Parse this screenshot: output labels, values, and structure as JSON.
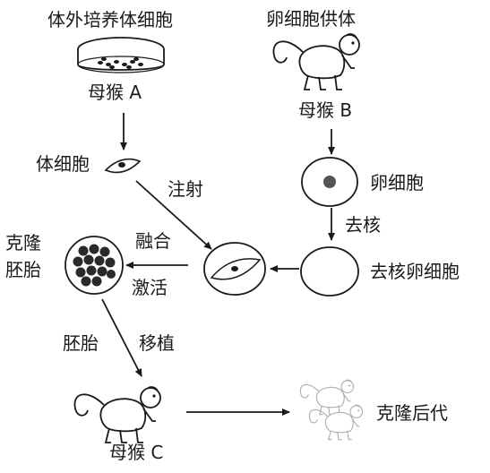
{
  "labels": {
    "culture_title": "体外培养体细胞",
    "donor_title": "卵细胞供体",
    "monkey_a": "母猴 A",
    "monkey_b": "母猴 B",
    "monkey_c": "母猴 C",
    "somatic_cell": "体细胞",
    "inject": "注射",
    "egg_cell": "卵细胞",
    "enucleate": "去核",
    "enucleated_egg": "去核卵细胞",
    "fuse": "融合",
    "activate": "激活",
    "clone_embryo_1": "克隆",
    "clone_embryo_2": "胚胎",
    "embryo": "胚胎",
    "transplant": "移植",
    "clone_offspring": "克隆后代"
  }
}
